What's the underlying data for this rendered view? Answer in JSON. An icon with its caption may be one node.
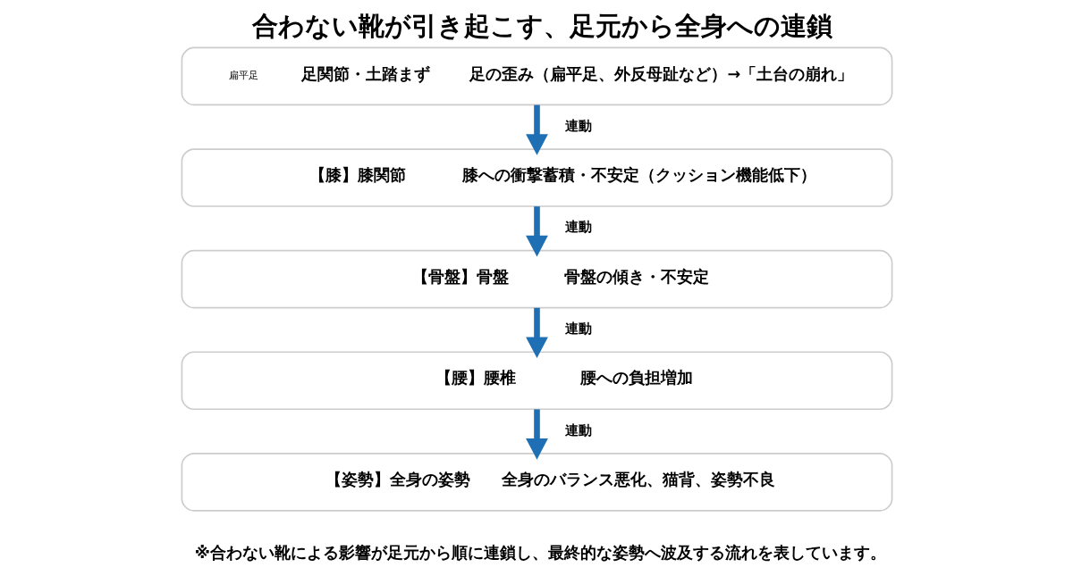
{
  "diagram": {
    "title": "合わない靴が引き起こす、足元から全身への連鎖",
    "caption": "※合わない靴による影響が足元から順に連鎖し、最終的な姿勢へ波及する流れを表しています。",
    "nodes": [
      {
        "text": [
          "扁平足",
          "足関節・土踏まず",
          "足の歪み（扁平足、外反母趾など）→「土台の崩れ」"
        ]
      },
      {
        "text": [
          "【膝】膝関節",
          "膝への衝撃蓄積・不安定（クッション機能低下）"
        ]
      },
      {
        "text": [
          "【骨盤】骨盤",
          "骨盤の傾き・不安定"
        ]
      },
      {
        "text": [
          "【腰】腰椎",
          "腰への負担増加"
        ]
      },
      {
        "text": [
          "【姿勢】全身の姿勢",
          "全身のバランス悪化、猫背、姿勢不良"
        ]
      }
    ],
    "edges": [
      {
        "from": 0,
        "to": 1,
        "arrow": "to",
        "label": "連動"
      },
      {
        "from": 1,
        "to": 2,
        "arrow": "to",
        "label": "連動"
      },
      {
        "from": 2,
        "to": 3,
        "arrow": "to",
        "label": "連動"
      },
      {
        "from": 3,
        "to": 4,
        "arrow": "to",
        "label": "連動"
      }
    ]
  }
}
